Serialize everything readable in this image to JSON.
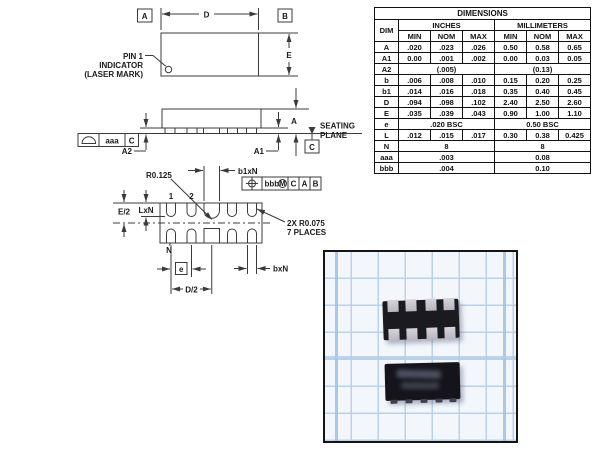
{
  "colors": {
    "line": "#3b3b3b",
    "text": "#1a1a1a",
    "grid_blue": "#b9d2ea",
    "chip_body": "#17171d",
    "chip_pad": "#c9c5ce"
  },
  "top_view": {
    "datum_a": "A",
    "datum_b": "B",
    "dim_d": "D",
    "dim_e": "E",
    "pin1_label": [
      "PIN 1",
      "INDICATOR",
      "(LASER MARK)"
    ]
  },
  "side_view": {
    "dim_a": "A",
    "dim_a1": "A1",
    "dim_a2": "A2",
    "seating_1": "SEATING",
    "seating_2": "PLANE",
    "datum_c": "C",
    "fcf": {
      "tolerance": "aaa",
      "datum": "C"
    }
  },
  "bottom_view": {
    "radius_label": "R0.125",
    "b1_label": "b1xN",
    "pin_1": "1",
    "pin_2": "2",
    "e_half_label": "E/2",
    "l_label": "LxN",
    "n_label": "N",
    "pitch_label": "e",
    "d_half_label": "D/2",
    "b_label": "bxN",
    "note_1": "2X R0.075",
    "note_2": "7 PLACES",
    "fcf": {
      "tolerance": "bbb",
      "modifier": "M",
      "datum_1": "C",
      "datum_2": "A",
      "datum_3": "B"
    }
  },
  "table": {
    "title": "DIMENSIONS",
    "col_dim": "DIM",
    "group_inches": "INCHES",
    "group_mm": "MILLIMETERS",
    "sub": [
      "MIN",
      "NOM",
      "MAX",
      "MIN",
      "NOM",
      "MAX"
    ],
    "rows": [
      {
        "dim": "A",
        "c": [
          ".020",
          ".023",
          ".026",
          "0.50",
          "0.58",
          "0.65"
        ]
      },
      {
        "dim": "A1",
        "c": [
          "0.00",
          ".001",
          ".002",
          "0.00",
          "0.03",
          "0.05"
        ]
      },
      {
        "dim": "A2",
        "inches": "(.005)",
        "mm": "(0.13)"
      },
      {
        "dim": "b",
        "c": [
          ".006",
          ".008",
          ".010",
          "0.15",
          "0.20",
          "0.25"
        ]
      },
      {
        "dim": "b1",
        "c": [
          ".014",
          ".016",
          ".018",
          "0.35",
          "0.40",
          "0.45"
        ]
      },
      {
        "dim": "D",
        "c": [
          ".094",
          ".098",
          ".102",
          "2.40",
          "2.50",
          "2.60"
        ]
      },
      {
        "dim": "E",
        "c": [
          ".035",
          ".039",
          ".043",
          "0.90",
          "1.00",
          "1.10"
        ]
      },
      {
        "dim": "e",
        "inches": ".020 BSC",
        "mm": "0.50 BSC"
      },
      {
        "dim": "L",
        "c": [
          ".012",
          ".015",
          ".017",
          "0.30",
          "0.38",
          "0.425"
        ]
      },
      {
        "dim": "N",
        "inches": "8",
        "mm": "8"
      },
      {
        "dim": "aaa",
        "inches": ".003",
        "mm": "0.08"
      },
      {
        "dim": "bbb",
        "inches": ".004",
        "mm": "0.10"
      }
    ]
  }
}
